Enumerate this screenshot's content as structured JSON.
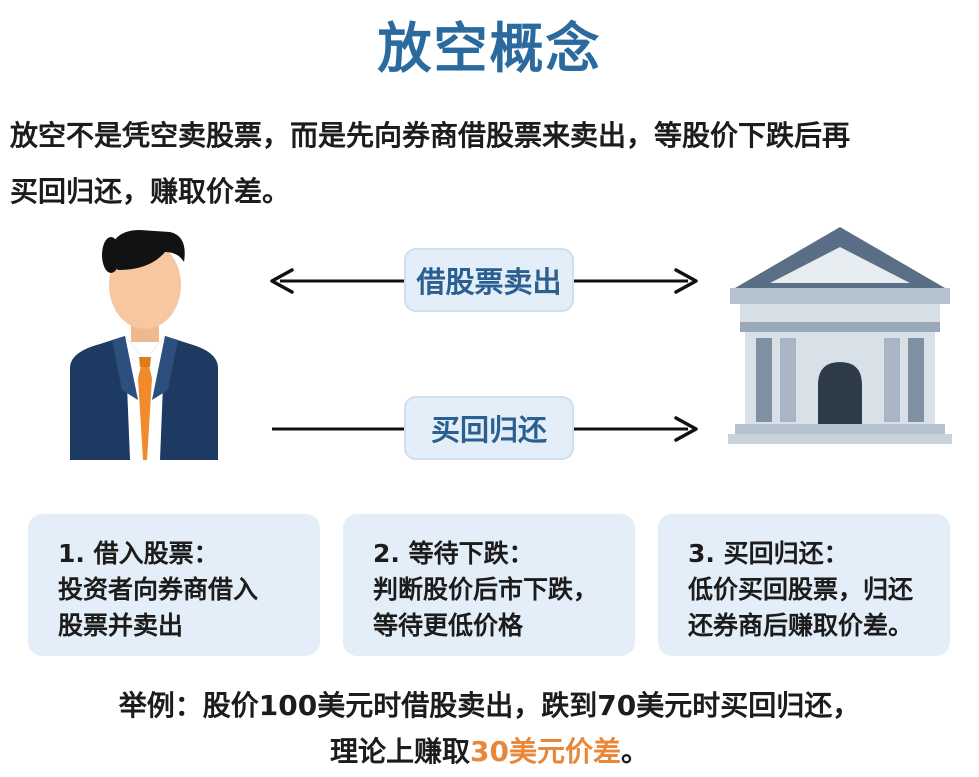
{
  "title": "放空概念",
  "intro": {
    "line1": "放空不是凭空卖股票，而是先向券商借股票来卖出，等股价下跌后再",
    "line2": "买回归还，赚取价差。"
  },
  "flow": {
    "top_label": "借股票卖出",
    "bottom_label": "买回归还"
  },
  "steps": [
    {
      "title": "1. 借入股票：",
      "line1": "投资者向券商借入",
      "line2": "股票并卖出"
    },
    {
      "title": "2. 等待下跌：",
      "line1": "判断股价后市下跌，",
      "line2": "等待更低价格"
    },
    {
      "title": "3. 买回归还：",
      "line1": "低价买回股票，归还",
      "line2": "还券商后赚取价差。"
    }
  ],
  "example": {
    "line1": "举例：股价100美元时借股卖出，跌到70美元时买回归还，",
    "line2_prefix": "理论上赚取",
    "line2_highlight": "30美元价差",
    "line2_suffix": "。"
  },
  "icons": [
    "investor-icon",
    "bank-icon"
  ],
  "colors": {
    "title": "#2a6a9e",
    "accent": "#e8873a",
    "pill_bg": "#e3eef8",
    "card_bg": "#e4eef8"
  }
}
